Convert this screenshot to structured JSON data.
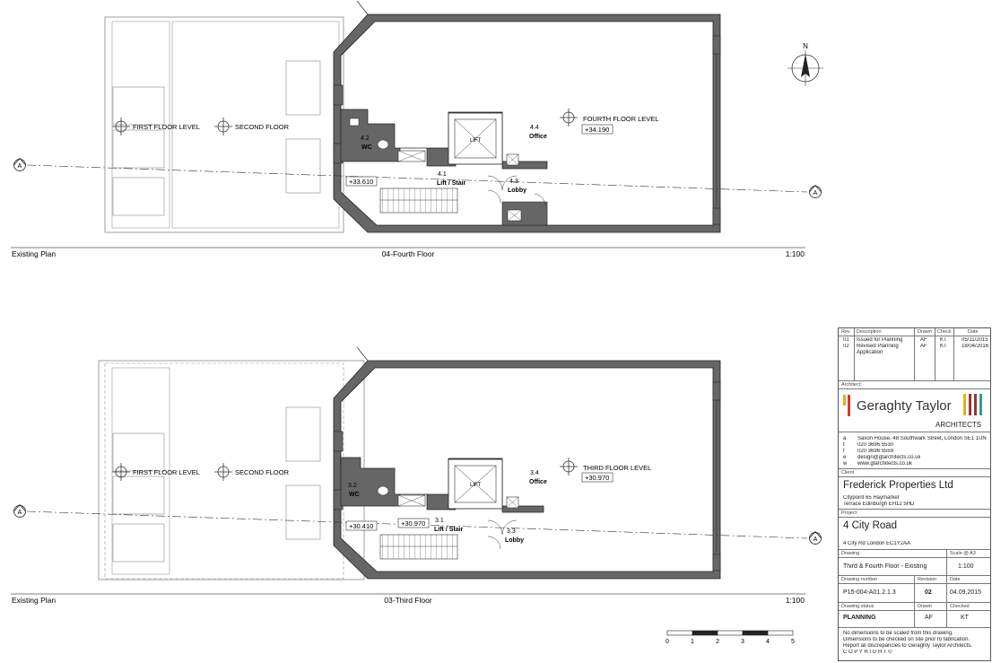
{
  "plans": [
    {
      "key": "fourth",
      "footer_left": "Existing Plan",
      "footer_center": "04-Fourth Floor",
      "footer_right": "1:100",
      "level_marks": [
        {
          "label": "FIRST FLOOR LEVEL"
        },
        {
          "label": "SECOND FLOOR"
        },
        {
          "label": "FOURTH FLOOR LEVEL",
          "value": "+34.190"
        }
      ],
      "rooms": [
        {
          "number": "4.2",
          "name": "WC"
        },
        {
          "number": "4.1",
          "name": "Lift / Stair"
        },
        {
          "number": "4.3",
          "name": "Lobby"
        },
        {
          "number": "4.4",
          "name": "Office"
        }
      ],
      "lift_label": "LIFT",
      "level_tags": [
        "+33.610"
      ],
      "section_marker": "A"
    },
    {
      "key": "third",
      "footer_left": "Existing Plan",
      "footer_center": "03-Third Floor",
      "footer_right": "1:100",
      "level_marks": [
        {
          "label": "FIRST FLOOR LEVEL"
        },
        {
          "label": "SECOND FLOOR"
        },
        {
          "label": "THIRD FLOOR LEVEL",
          "value": "+30.970"
        }
      ],
      "rooms": [
        {
          "number": "3.2",
          "name": "WC"
        },
        {
          "number": "3.1",
          "name": "Lift / Stair"
        },
        {
          "number": "3.3",
          "name": "Lobby"
        },
        {
          "number": "3.4",
          "name": "Office"
        }
      ],
      "lift_label": "LIFT",
      "level_tags": [
        "+30.410",
        "+30.970"
      ],
      "section_marker": "A"
    }
  ],
  "north_label": "N",
  "scale_bar": {
    "ticks": [
      "0",
      "1",
      "2",
      "3",
      "4",
      "5"
    ]
  },
  "title_block": {
    "revisions": {
      "headers": {
        "rev": "Rev",
        "description": "Description",
        "drawn": "Drawn",
        "check": "Check",
        "date": "Date"
      },
      "rows": [
        {
          "rev": "01",
          "description": "Issued for Planning",
          "drawn": "AF",
          "check": "KT",
          "date": "05/11/2015"
        },
        {
          "rev": "02",
          "description": "Revised Planning Application",
          "drawn": "AF",
          "check": "KT",
          "date": "18/04/2016"
        }
      ]
    },
    "architect_label": "Architect:",
    "architect_name": "Geraghty Taylor",
    "architect_sub": "ARCHITECTS",
    "logo_colors": {
      "left": [
        "#e0b020",
        "#d43a2a"
      ],
      "right": [
        "#e0b020",
        "#a03030",
        "#8a3a3a",
        "#3a9a8a"
      ]
    },
    "contact": [
      {
        "k": "a",
        "v": "Saxon House, 48 Southwark Street, London SE1 1UN"
      },
      {
        "k": "t",
        "v": "020 3696 5530"
      },
      {
        "k": "f",
        "v": "020 3696 5559"
      },
      {
        "k": "e",
        "v": "design@gtarchitects.co.uk"
      },
      {
        "k": "w",
        "v": "www.gtarchitects.co.uk"
      }
    ],
    "client_label": "Client",
    "client_name": "Frederick Properties Ltd",
    "client_address_1": "Citypoint 65 Haymarket",
    "client_address_2": "Terrace Edinburgh EH12 5HD",
    "project_label": "Project",
    "project_name": "4 City Road",
    "project_address": "4 City Rd London EC1Y2AA",
    "drawing_label": "Drawing",
    "scale_label": "Scale @ A3",
    "drawing_title": "Third & Fourth Floor - Existing",
    "scale_value": "1:100",
    "drawing_number_label": "Drawing number",
    "revision_label": "Revision",
    "date_label": "Date",
    "drawing_number": "P15-004-A01.2.1.3",
    "revision_value": "02",
    "date_value": "04.09.2015",
    "status_label": "Drawing status",
    "drawn_label": "Drawn",
    "checked_label": "Checked",
    "status_value": "PLANNING",
    "drawn_value": "AF",
    "checked_value": "KT",
    "notes": [
      "No dimensions to be scaled from this drawing.",
      "Dimensions to be checked on site prior to fabrication.",
      "Report all discrepancies to Geraghty Taylor Architects.",
      "C O P Y R I G H T ©"
    ]
  }
}
